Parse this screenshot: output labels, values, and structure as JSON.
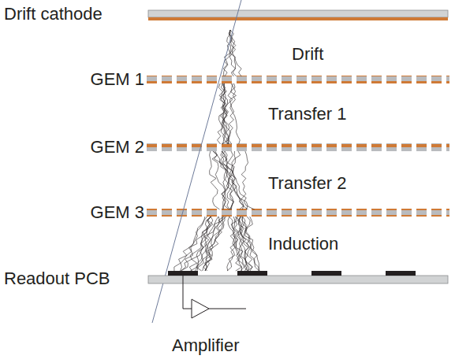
{
  "diagram": {
    "labels": [
      "Drift cathode",
      "Drift",
      "GEM 1",
      "Transfer 1",
      "GEM 2",
      "Transfer 2",
      "GEM 3",
      "Induction",
      "Readout PCB",
      "Amplifier"
    ]
  }
}
